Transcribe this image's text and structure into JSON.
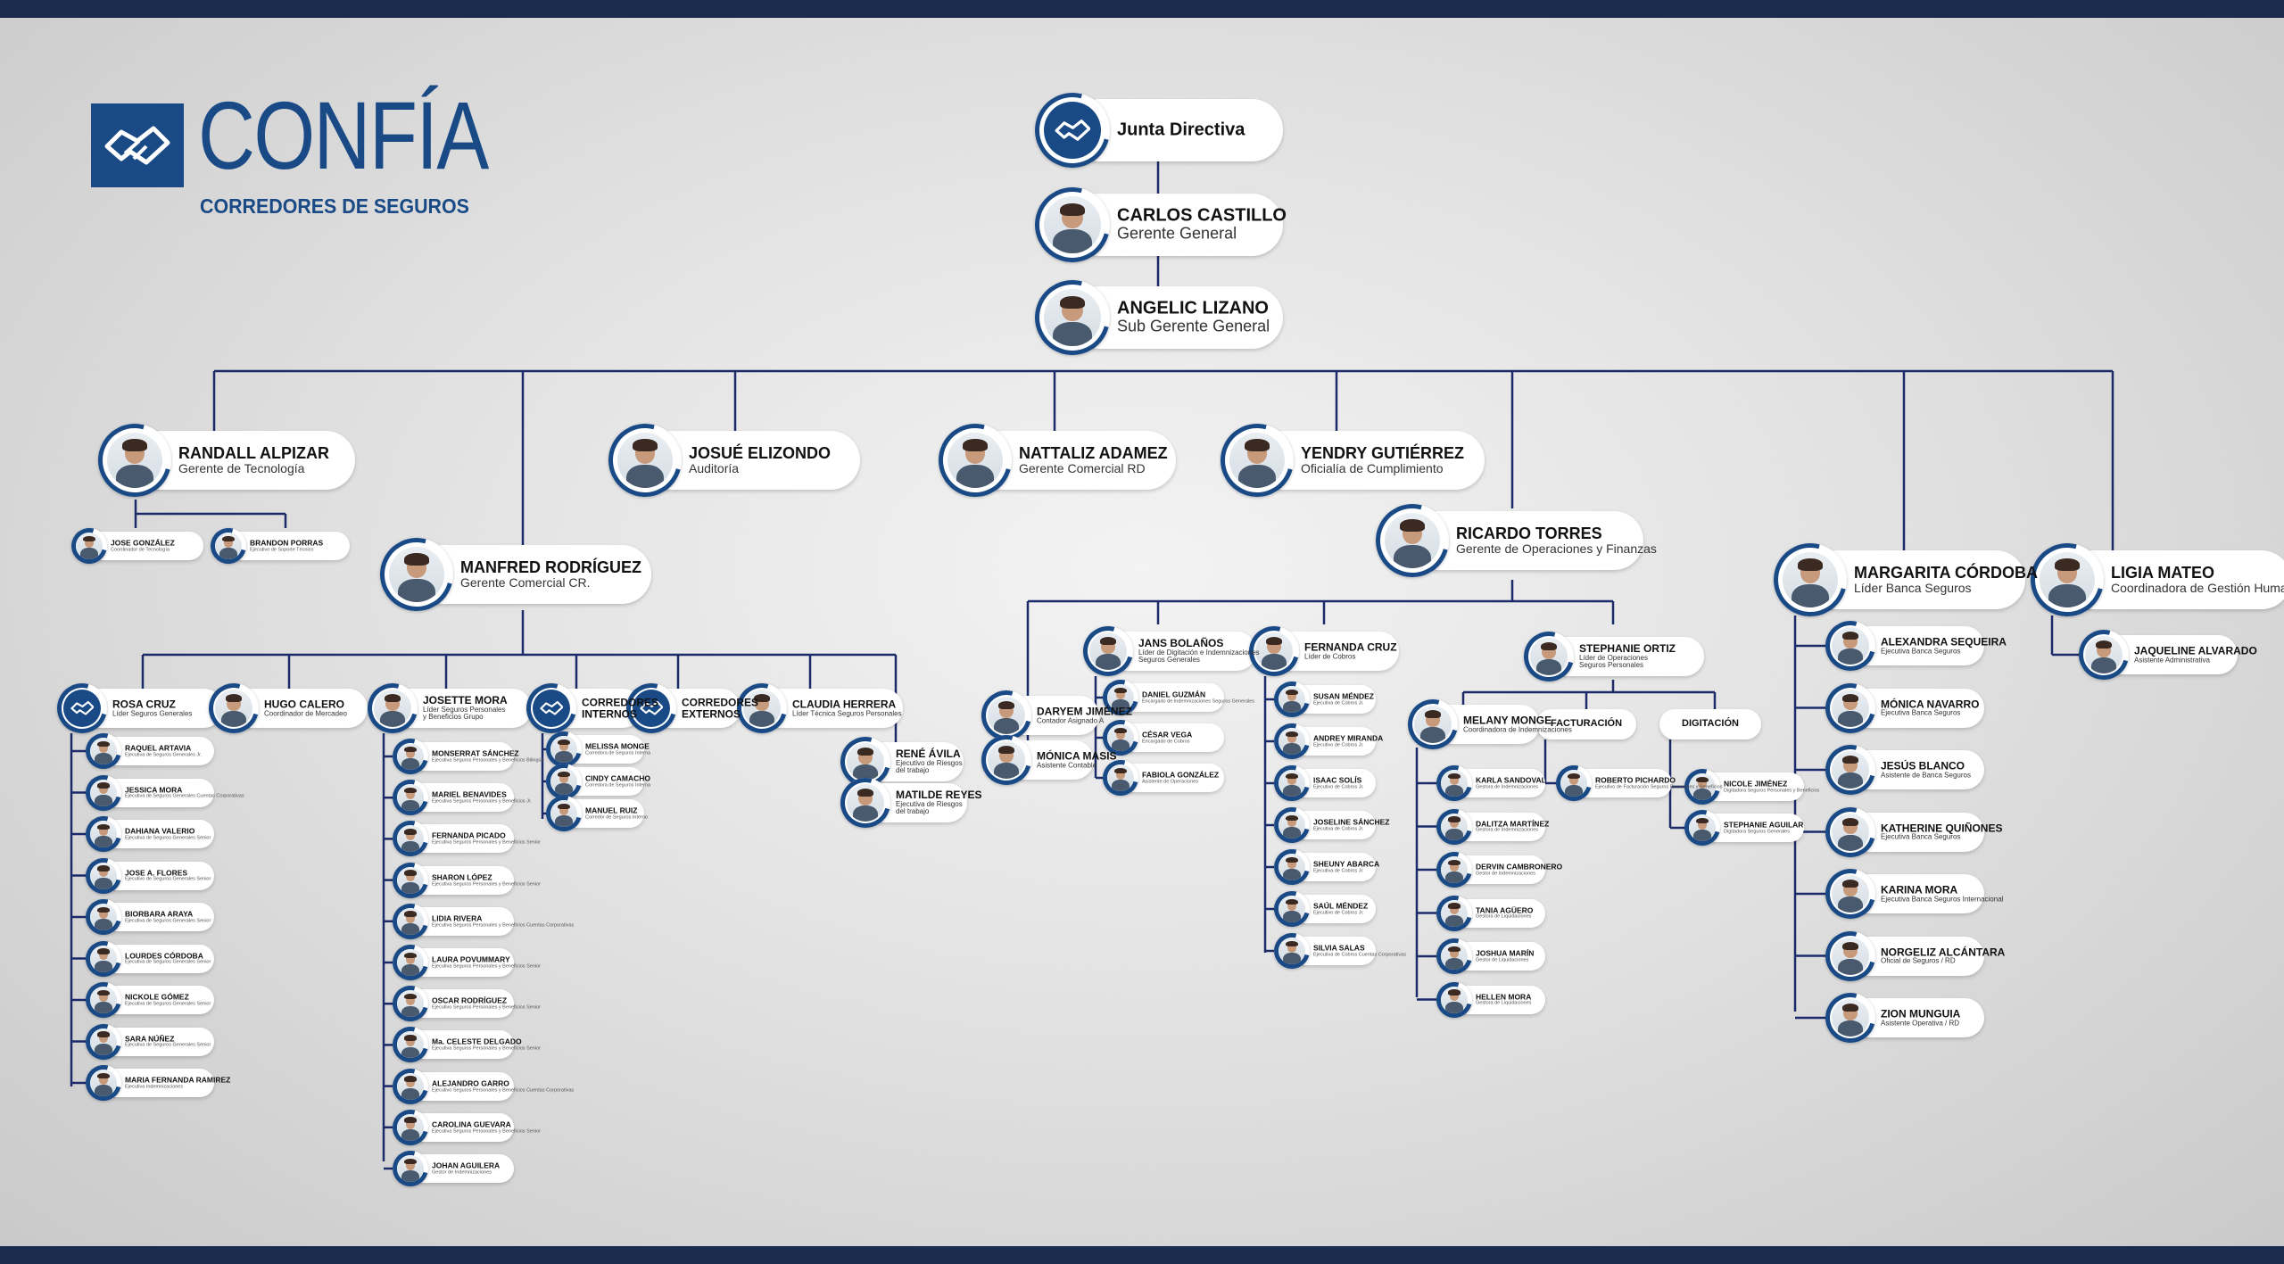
{
  "brand": {
    "name": "CONFÍA",
    "tagline": "CORREDORES DE SEGUROS",
    "primary_color": "#1a4a86",
    "band_color": "#1b2b4d",
    "line_color": "#1b2b6a"
  },
  "org": {
    "board": {
      "name": "Junta Directiva",
      "icon": "handshake-logo-icon"
    },
    "ceo": {
      "name": "CARLOS CASTILLO",
      "role": "Gerente General"
    },
    "deputy": {
      "name": "ANGELIC LIZANO",
      "role": "Sub Gerente General"
    },
    "tecnologia": {
      "name": "RANDALL ALPIZAR",
      "role": "Gerente de Tecnología",
      "team": [
        {
          "name": "JOSE GONZÁLEZ",
          "role": "Coordinador de Tecnología"
        },
        {
          "name": "BRANDON PORRAS",
          "role": "Ejecutivo de Soporte Técnico"
        }
      ]
    },
    "comercial_cr": {
      "name": "MANFRED RODRÍGUEZ",
      "role": "Gerente Comercial CR.",
      "groups": {
        "rosa": {
          "name": "ROSA CRUZ",
          "role": "Líder Seguros Generales",
          "team": [
            {
              "name": "RAQUEL ARTAVIA",
              "role": "Ejecutiva de Seguros Generales Jr."
            },
            {
              "name": "JESSICA MORA",
              "role": "Ejecutiva de Seguros Generales Cuentas Corporativas"
            },
            {
              "name": "DAHIANA VALERIO",
              "role": "Ejecutiva de Seguros Generales Senior"
            },
            {
              "name": "JOSE A. FLORES",
              "role": "Ejecutivo de Seguros Generales Senior"
            },
            {
              "name": "BIORBARA ARAYA",
              "role": "Ejecutiva de Seguros Generales Senior"
            },
            {
              "name": "LOURDES CÓRDOBA",
              "role": "Ejecutiva de Seguros Generales Senior"
            },
            {
              "name": "NICKOLE GÓMEZ",
              "role": "Ejecutiva de Seguros Generales Senior"
            },
            {
              "name": "SARA NÚÑEZ",
              "role": "Ejecutiva de Seguros Generales Senior"
            },
            {
              "name": "MARIA FERNANDA RAMIREZ",
              "role": "Ejecutiva Indemnizaciones"
            }
          ]
        },
        "hugo": {
          "name": "HUGO CALERO",
          "role": "Coordinador de Mercadeo"
        },
        "josette": {
          "name": "JOSETTE MORA",
          "role_lines": [
            "Líder Seguros Personales",
            "y Beneficios Grupo"
          ],
          "team": [
            {
              "name": "MONSERRAT SÁNCHEZ",
              "role": "Ejecutiva Seguros Personales y Beneficios Bilingüe"
            },
            {
              "name": "MARIEL BENAVIDES",
              "role": "Ejecutiva Seguros Personales y Beneficios Jr."
            },
            {
              "name": "FERNANDA PICADO",
              "role": "Ejecutiva Seguros Personales y Beneficios Senior"
            },
            {
              "name": "SHARON LÓPEZ",
              "role": "Ejecutiva Seguros Personales y Beneficios Senior"
            },
            {
              "name": "LIDIA RIVERA",
              "role": "Ejecutiva Seguros Personales y Beneficios Cuentas Corporativas"
            },
            {
              "name": "LAURA POVUMMARY",
              "role": "Ejecutiva Seguros Personales y Beneficios Senior"
            },
            {
              "name": "OSCAR RODRÍGUEZ",
              "role": "Ejecutivo Seguros Personales y Beneficios Senior"
            },
            {
              "name": "Ma. CELESTE DELGADO",
              "role": "Ejecutiva Seguros Personales y Beneficios Senior"
            },
            {
              "name": "ALEJANDRO GARRO",
              "role": "Ejecutivo Seguros Personales y Beneficios Cuentas Corporativas"
            },
            {
              "name": "CAROLINA GUEVARA",
              "role": "Ejecutiva Seguros Personales y Beneficios Senior"
            },
            {
              "name": "JOHAN AGUILERA",
              "role": "Gestor de Indemnizaciones"
            }
          ]
        },
        "internos": {
          "name_lines": [
            "CORREDORES",
            "INTERNOS"
          ],
          "team": [
            {
              "name": "MELISSA MONGE",
              "role": "Corredora de Seguros Interna"
            },
            {
              "name": "CINDY CAMACHO",
              "role": "Corredora de Seguros Interna"
            },
            {
              "name": "MANUEL RUIZ",
              "role": "Corredor de Seguros Interno"
            }
          ]
        },
        "externos": {
          "name_lines": [
            "CORREDORES",
            "EXTERNOS"
          ]
        },
        "claudia": {
          "name": "CLAUDIA HERRERA",
          "role": "Líder Técnica Seguros Personales",
          "team": [
            {
              "name": "RENÉ ÁVILA",
              "role_lines": [
                "Ejecutivo de Riesgos",
                "del trabajo"
              ]
            },
            {
              "name": "MATILDE REYES",
              "role_lines": [
                "Ejecutiva de Riesgos",
                "del trabajo"
              ]
            }
          ]
        }
      }
    },
    "auditoria": {
      "name": "JOSUÉ ELIZONDO",
      "role": "Auditoría"
    },
    "comercial_rd": {
      "name": "NATTALIZ ADAMEZ",
      "role": "Gerente Comercial RD"
    },
    "cumplimiento": {
      "name": "YENDRY GUTIÉRREZ",
      "role": "Oficialía de Cumplimiento"
    },
    "operaciones": {
      "name": "RICARDO TORRES",
      "role": "Gerente de Operaciones y Finanzas",
      "direct": [
        {
          "name": "DARYEM JIMÉNEZ",
          "role": "Contador Asignado A"
        },
        {
          "name": "MÓNICA MASIS",
          "role": "Asistente Contable"
        }
      ],
      "jans": {
        "name": "JANS BOLAÑOS",
        "role_lines": [
          "Líder de Digitación e Indemnizaciones",
          "Seguros Generales"
        ],
        "team": [
          {
            "name": "DANIEL GUZMÁN",
            "role": "Encargado de Indemnizaciones Seguros Generales"
          },
          {
            "name": "CÉSAR VEGA",
            "role": "Encargado de Cobros"
          },
          {
            "name": "FABIOLA GONZÁLEZ",
            "role": "Asistente de Operaciones"
          }
        ]
      },
      "fernanda": {
        "name": "FERNANDA CRUZ",
        "role": "Líder de Cobros",
        "team": [
          {
            "name": "SUSAN MÉNDEZ",
            "role": "Ejecutiva de Cobros Jr."
          },
          {
            "name": "ANDREY MIRANDA",
            "role": "Ejecutivo de Cobros Jr."
          },
          {
            "name": "ISAAC SOLÍS",
            "role": "Ejecutivo de Cobros Jr."
          },
          {
            "name": "JOSELINE SÁNCHEZ",
            "role": "Ejecutiva de Cobros Jr."
          },
          {
            "name": "SHEUNY ABARCA",
            "role": "Ejecutiva de Cobros Jr."
          },
          {
            "name": "SAÚL MÉNDEZ",
            "role": "Ejecutivo de Cobros Jr."
          },
          {
            "name": "SILVIA SALAS",
            "role": "Ejecutiva de Cobros Cuentas Corporativas"
          }
        ]
      },
      "stephanie": {
        "name": "STEPHANIE ORTIZ",
        "role_lines": [
          "Líder de Operaciones",
          "Seguros Personales"
        ],
        "melany": {
          "name": "MELANY MONGE",
          "role": "Coordinadora de Indemnizaciones",
          "team": [
            {
              "name": "KARLA SANDOVAL",
              "role": "Gestora de Indemnizaciones"
            },
            {
              "name": "DALITZA MARTÍNEZ",
              "role": "Gestora de Indemnizaciones"
            },
            {
              "name": "DERVIN CAMBRONERO",
              "role": "Gestor de Indemnizaciones"
            },
            {
              "name": "TANIA AGÜERO",
              "role": "Gestora de Liquidaciones"
            },
            {
              "name": "JOSHUA MARÍN",
              "role": "Gestor de Liquidaciones"
            },
            {
              "name": "HELLEN MORA",
              "role": "Gestora de Liquidaciones"
            }
          ]
        },
        "facturacion": {
          "label": "FACTURACIÓN",
          "team": [
            {
              "name": "ROBERTO PICHARDO",
              "role": "Ejecutivo de Facturación Seguros Personales y Beneficios"
            }
          ]
        },
        "digitacion": {
          "label": "DIGITACIÓN",
          "team": [
            {
              "name": "NICOLE JIMÉNEZ",
              "role": "Digitadora Seguros Personales y Beneficios"
            },
            {
              "name": "STEPHANIE AGUILAR",
              "role": "Digitadora Seguros Generales"
            }
          ]
        }
      }
    },
    "banca": {
      "name": "MARGARITA CÓRDOBA",
      "role": "Líder Banca Seguros",
      "team": [
        {
          "name": "ALEXANDRA SEQUEIRA",
          "role": "Ejecutiva Banca Seguros"
        },
        {
          "name": "MÓNICA NAVARRO",
          "role": "Ejecutiva Banca Seguros"
        },
        {
          "name": "JESÚS BLANCO",
          "role": "Asistente de Banca Seguros"
        },
        {
          "name": "KATHERINE QUIÑONES",
          "role": "Ejecutiva Banca Seguros"
        },
        {
          "name": "KARINA MORA",
          "role": "Ejecutiva Banca Seguros Internacional"
        },
        {
          "name": "NORGELIZ ALCÁNTARA",
          "role": "Oficial de Seguros / RD"
        },
        {
          "name": "ZION MUNGUIA",
          "role": "Asistente Operativa / RD"
        }
      ]
    },
    "humana": {
      "name": "LIGIA MATEO",
      "role": "Coordinadora de Gestión Humana",
      "team": [
        {
          "name": "JAQUELINE ALVARADO",
          "role": "Asistente Administrativa"
        }
      ]
    }
  }
}
